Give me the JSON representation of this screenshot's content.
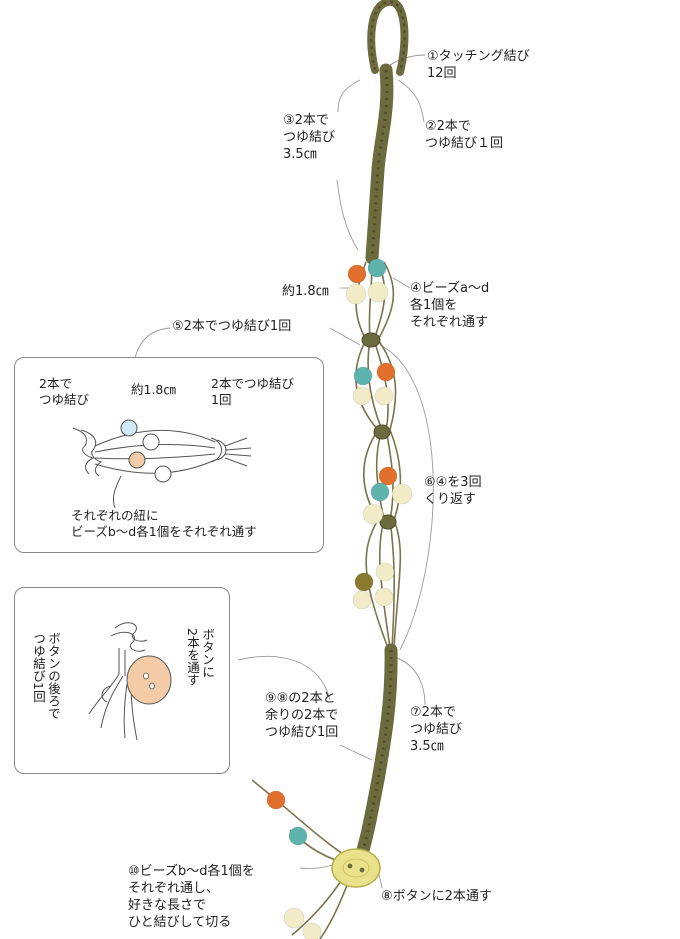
{
  "colors": {
    "cord": "#6d6a3e",
    "cord_dark": "#4f4c2a",
    "bead_orange": "#e2702c",
    "bead_teal": "#5fb3ad",
    "bead_cream": "#f1ecc7",
    "bead_olive": "#8a7a2e",
    "button": "#e9e28a",
    "inset_button": "#f3cba6",
    "leader": "#9a9a9a"
  },
  "callouts": {
    "c1": "①タッチング結び\n12回",
    "c2": "②2本で\nつゆ結び１回",
    "c3": "③2本で\nつゆ結び\n3.5㎝",
    "c_len": "約1.8㎝",
    "c4": "④ビーズa～d\n各1個を\nそれぞれ通す",
    "c5": "⑤2本でつゆ結び1回",
    "c6": "⑥④を3回\nくり返す",
    "c7": "⑦2本で\nつゆ結び\n3.5㎝",
    "c9": "⑨⑧の2本と\n余りの2本で\nつゆ結び1回",
    "c8": "⑧ボタンに2本通す",
    "c10": "⑩ビーズb～d各1個を\nそれぞれ通し、\n好きな長さで\nひと結びして切る"
  },
  "inset1": {
    "left": "2本で\nつゆ結び",
    "mid": "約1.8㎝",
    "right": "2本でつゆ結び\n1回",
    "bottom": "それぞれの紐に\nビーズb～d各1個をそれぞれ通す"
  },
  "inset2": {
    "left": "ボタンの後ろで\nつゆ結び1回",
    "right": "ボタンに\n2本を通す"
  }
}
